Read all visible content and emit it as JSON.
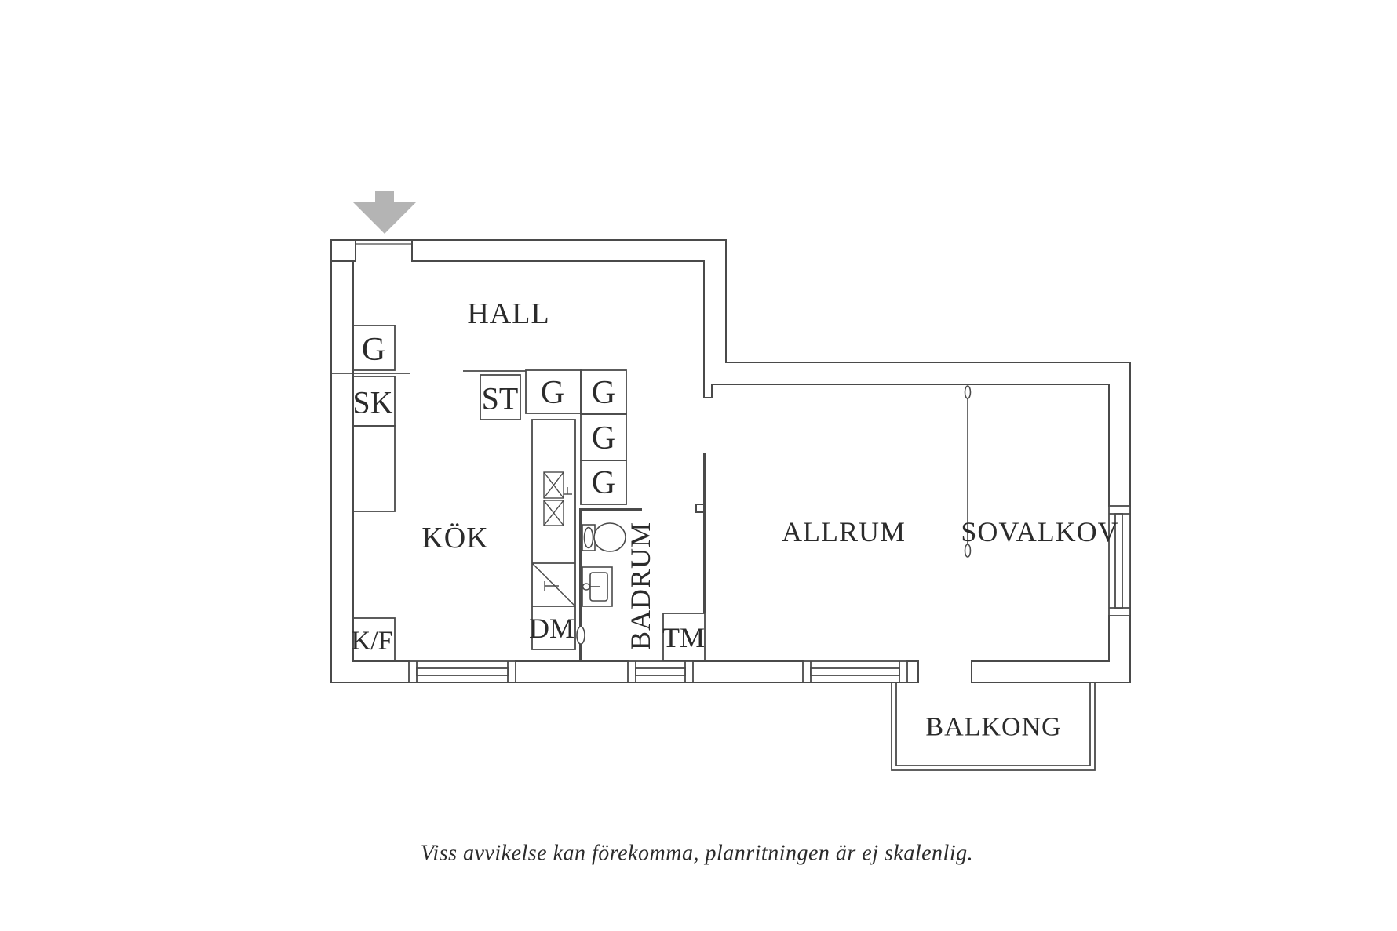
{
  "plan": {
    "rooms": {
      "hall": {
        "label": "HALL"
      },
      "kok": {
        "label": "KÖK"
      },
      "badrum": {
        "label": "BADRUM"
      },
      "allrum": {
        "label": "ALLRUM"
      },
      "sovalkov": {
        "label": "SOVALKOV"
      },
      "balkong": {
        "label": "BALKONG"
      }
    },
    "fixtures": {
      "closet_g": {
        "label": "G"
      },
      "closet_sk": {
        "label": "SK"
      },
      "fridge_freezer": {
        "label": "K/F"
      },
      "closet_st": {
        "label": "ST"
      },
      "cabinet_g1": {
        "label": "G"
      },
      "cabinet_g2": {
        "label": "G"
      },
      "cabinet_g3": {
        "label": "G"
      },
      "cabinet_g4": {
        "label": "G"
      },
      "dishwasher": {
        "label": "DM"
      },
      "washing_machine": {
        "label": "TM"
      }
    },
    "caption": "Viss avvikelse kan förekomma, planritningen är ej skalenlig.",
    "icons": {
      "entrance_arrow": "arrow-down",
      "toilet": "toilet-top-view",
      "washbasin": "sink-top-view",
      "kitchen_sink": "double-sink-top-view",
      "stove": "stove-top-view"
    },
    "colors": {
      "wall_line": "#4a4a4a",
      "text": "#2b2b2b",
      "entrance_arrow": "#b4b4b4",
      "background": "#ffffff"
    }
  }
}
